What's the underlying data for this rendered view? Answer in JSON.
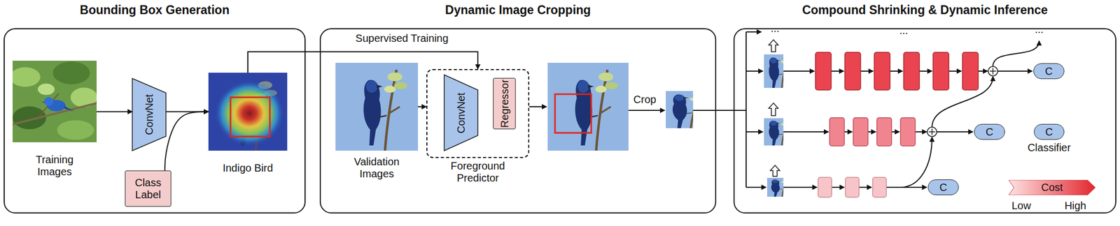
{
  "diagram": {
    "nodes": [
      {
        "text": [
          "Bounding Box Generation"
        ]
      },
      {
        "text": [
          "Training Images"
        ],
        "in": 0
      },
      {
        "text": [
          "ConvNet"
        ],
        "in": 0
      },
      {
        "text": [
          "Class Label"
        ],
        "in": 0
      },
      {
        "text": [
          "Indigo Bird"
        ],
        "in": 0
      },
      {
        "text": [
          "Dynamic Image Cropping"
        ]
      },
      {
        "text": [
          "Validation Images"
        ],
        "in": 5
      },
      {
        "text": [
          "Foreground Predictor"
        ],
        "in": 5
      },
      {
        "text": [
          "ConvNet"
        ],
        "in": 7
      },
      {
        "text": [
          "Regressor"
        ],
        "in": 7
      },
      {
        "text": [
          "Compound Shrinking & Dynamic Inference"
        ]
      },
      {
        "text": [
          "C"
        ],
        "in": 10
      },
      {
        "text": [
          "C"
        ],
        "in": 10
      },
      {
        "text": [
          "C"
        ],
        "in": 10
      },
      {
        "text": [
          "C",
          "Classifier"
        ],
        "in": 10
      },
      {
        "text": [
          "Cost"
        ],
        "in": 10
      }
    ],
    "edges": [
      {
        "from": 1,
        "to": 2,
        "arrow": "to"
      },
      {
        "from": 2,
        "to": 4,
        "arrow": "to"
      },
      {
        "from": 3,
        "to": 4,
        "arrow": "to"
      },
      {
        "from": 4,
        "to": 7,
        "arrow": "to",
        "label": "Supervised Training"
      },
      {
        "from": 6,
        "to": 7,
        "arrow": "to"
      }
    ],
    "labels": [
      "Crop",
      "...",
      "...",
      "...",
      "Low",
      "High"
    ]
  }
}
